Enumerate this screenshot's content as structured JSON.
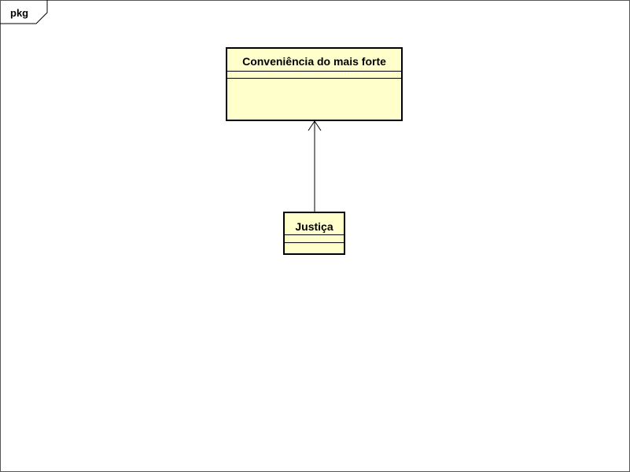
{
  "package": {
    "label": "pkg"
  },
  "classes": [
    {
      "name": "Conveniência do mais forte"
    },
    {
      "name": "Justiça"
    }
  ],
  "relations": [
    {
      "type": "association",
      "from": "Justiça",
      "to": "Conveniência do mais forte",
      "navigable_end": "Conveniência do mais forte"
    }
  ],
  "colors": {
    "class_fill": "#ffffcc",
    "line": "#000000",
    "frame": "#555555"
  }
}
